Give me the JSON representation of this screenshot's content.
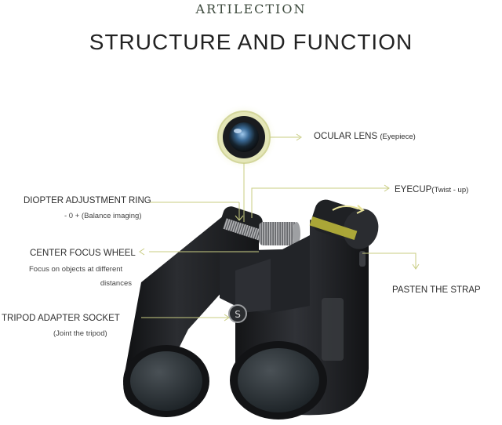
{
  "brand": "ARTILECTION",
  "title": "STRUCTURE AND FUNCTION",
  "labels": {
    "ocular": {
      "title": "OCULAR LENS",
      "note": "(Eyepiece)"
    },
    "eyecup": {
      "title": "EYECUP",
      "note": "(Twist - up)"
    },
    "diopter": {
      "title": "DIOPTER ADJUSTMENT RING",
      "note": "- 0 + (Balance imaging)"
    },
    "focus": {
      "title": "CENTER FOCUS WHEEL",
      "note1": "Focus on objects at different",
      "note2": "distances"
    },
    "strap": {
      "title": "PASTEN THE STRAP"
    },
    "tripod": {
      "title": "TRIPOD ADAPTER SOCKET",
      "note": "(Joint the tripod)"
    }
  },
  "colors": {
    "callout": "#d9dca0",
    "leader": "#c8cc82",
    "body": "#1b1c1e",
    "lens": "#2c3338"
  }
}
